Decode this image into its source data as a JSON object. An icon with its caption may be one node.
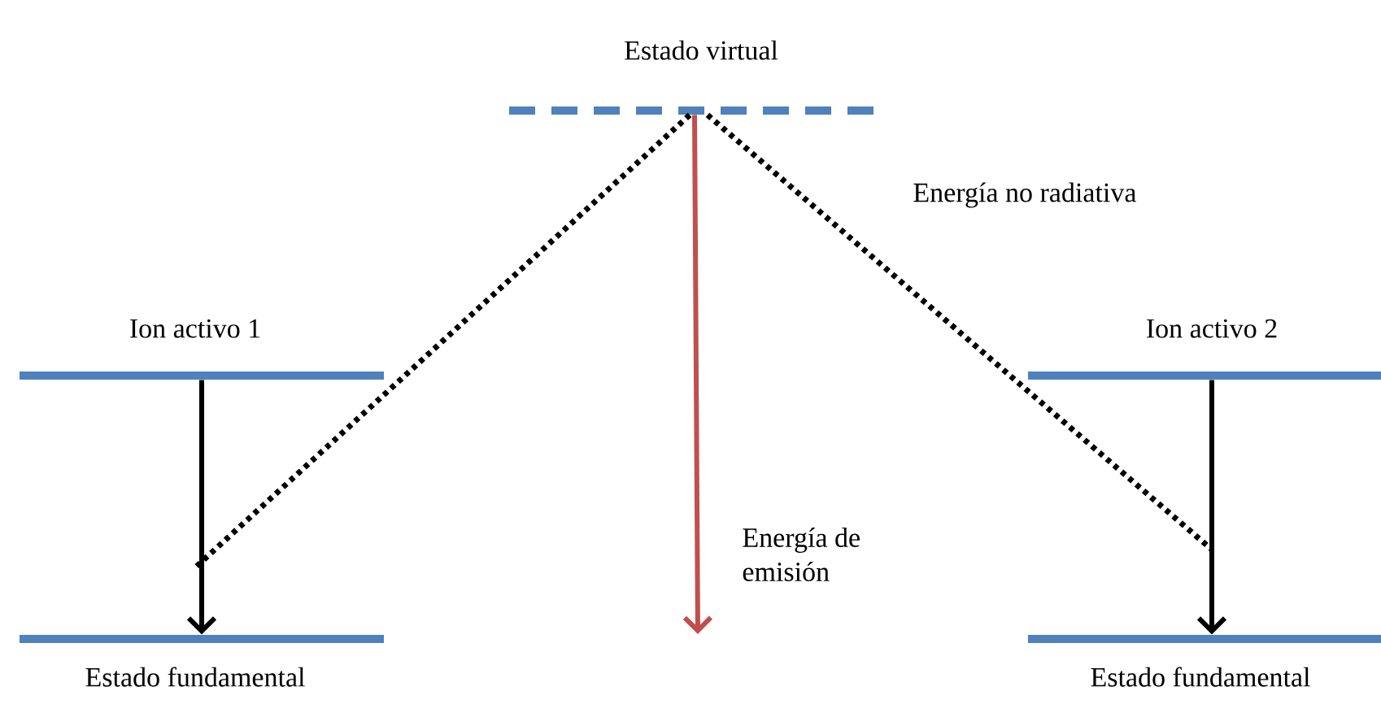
{
  "diagram": {
    "nodes": [
      {
        "text": [
          "Estado virtual"
        ]
      },
      {
        "text": [
          "Ion activo 1"
        ]
      },
      {
        "text": [
          "Estado fundamental"
        ]
      },
      {
        "text": [
          "Ion activo 2"
        ]
      },
      {
        "text": [
          "Estado fundamental"
        ]
      }
    ],
    "edges": [
      {
        "from": 0,
        "to": null,
        "arrow": "none",
        "style": "dashed"
      },
      {
        "from": 0,
        "to": null,
        "arrow": "none",
        "style": "dashed",
        "label": "Energía no radiativa"
      },
      {
        "from": 0,
        "to": null,
        "arrow": "to",
        "color": "#c0504d",
        "label": "Energía de emisión"
      },
      {
        "from": 1,
        "to": 2,
        "arrow": "to"
      },
      {
        "from": 3,
        "to": 4,
        "arrow": "to"
      }
    ]
  }
}
